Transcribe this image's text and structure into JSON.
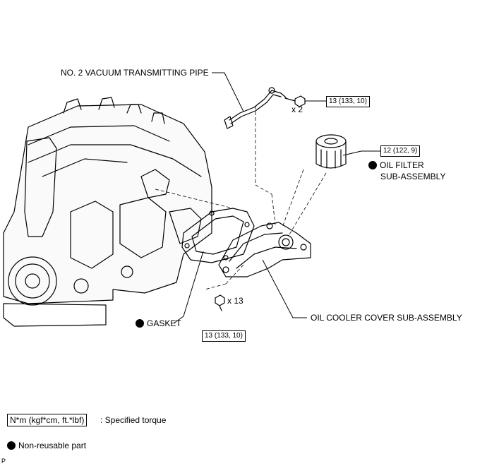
{
  "labels": {
    "vacuum_pipe": "NO. 2 VACUUM TRANSMITTING PIPE",
    "oil_filter_line1": "OIL FILTER",
    "oil_filter_line2": "SUB-ASSEMBLY",
    "gasket": "GASKET",
    "oil_cooler_cover": "OIL COOLER COVER SUB-ASSEMBLY"
  },
  "quantities": {
    "vacuum_bolt": "x 2",
    "cover_bolts": "x 13"
  },
  "torques": {
    "vacuum_bolt": "13 (133, 10)",
    "oil_filter": "12 (122, 9)",
    "cover_bolts": "13 (133, 10)"
  },
  "legend": {
    "torque_unit": "N*m (kgf*cm, ft.*lbf)",
    "torque_desc": ": Specified torque",
    "nonreusable_desc": "Non-reusable part"
  },
  "corner_mark": "P"
}
